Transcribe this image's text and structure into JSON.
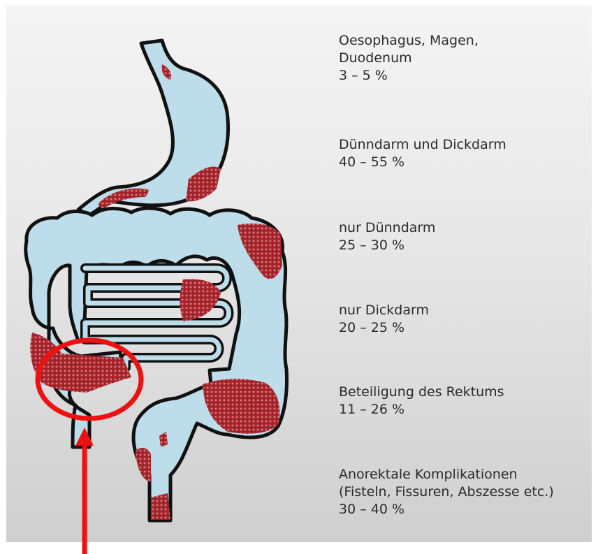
{
  "colors": {
    "organ_fill": "#bcdde9",
    "outline": "#111111",
    "inflamed": "#a3232a",
    "highlight": "#ee1111"
  },
  "annotation": {
    "shape": "red ellipse with arrow",
    "target": "terminal ileum / caecum"
  },
  "stats": [
    {
      "label_lines": [
        "Oesophagus, Magen,",
        "Duodenum"
      ],
      "value": "3 – 5 %"
    },
    {
      "label_lines": [
        "Dünndarm und Dickdarm"
      ],
      "value": "40 – 55 %"
    },
    {
      "label_lines": [
        "nur Dünndarm"
      ],
      "value": "25 – 30 %"
    },
    {
      "label_lines": [
        "nur Dickdarm"
      ],
      "value": "20 – 25 %"
    },
    {
      "label_lines": [
        "Beteiligung des Rektums"
      ],
      "value": "11 – 26 %"
    },
    {
      "label_lines": [
        "Anorektale Komplikationen",
        "(Fisteln, Fissuren, Abszesse etc.)"
      ],
      "value": "30 – 40 %"
    }
  ]
}
